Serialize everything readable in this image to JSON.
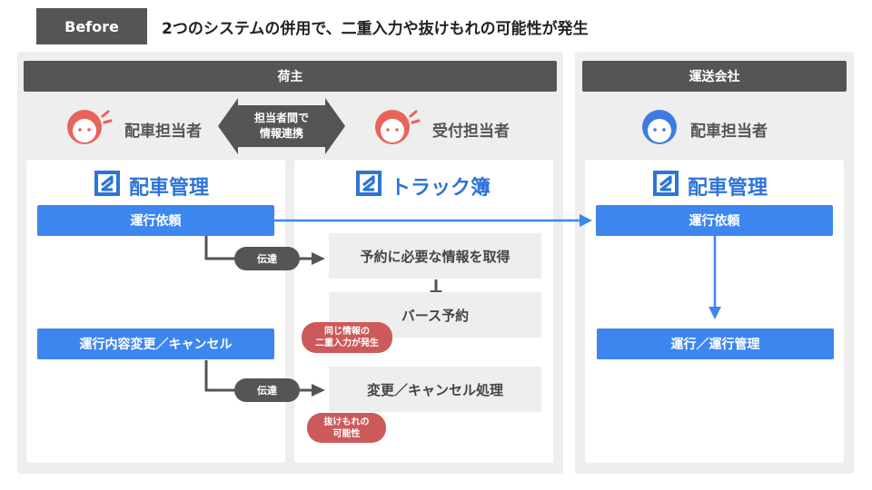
{
  "header": {
    "badge": "Before",
    "headline": "2つのシステムの併用で、二重入力や抜けもれの可能性が発生"
  },
  "shipper": {
    "title": "荷主",
    "dispatcher_label": "配車担当者",
    "receiver_label": "受付担当者",
    "link_label_line1": "担当者間で",
    "link_label_line2": "情報連携",
    "haisha_kanri": {
      "name": "配車管理",
      "request_label": "運行依頼",
      "change_label": "運行内容変更／キャンセル"
    },
    "truck_book": {
      "name": "トラック簿",
      "get_info_label": "予約に必要な情報を取得",
      "reserve_label": "バース予約",
      "cancel_process_label": "変更／キャンセル処理"
    },
    "relay_label_1": "伝達",
    "relay_label_2": "伝達",
    "warning_double": [
      "同じ情報の",
      "二重入力が発生"
    ],
    "warning_missing": [
      "抜けもれの",
      "可能性"
    ]
  },
  "carrier": {
    "title": "運送会社",
    "dispatcher_label": "配車担当者",
    "haisha_kanri": {
      "name": "配車管理",
      "request_label": "運行依頼",
      "operation_label": "運行／運行管理"
    }
  },
  "colors": {
    "accent_blue": "#3d86ef",
    "logo_blue": "#2d74d9",
    "dark_gray": "#555555",
    "panel_gray": "#eeeeee",
    "warning_red": "#cc5a5a",
    "shipper_face": "#e8645a",
    "carrier_face": "#3d7be0"
  },
  "icons": [
    "person-icon",
    "logo-icon",
    "arrow-icon"
  ]
}
